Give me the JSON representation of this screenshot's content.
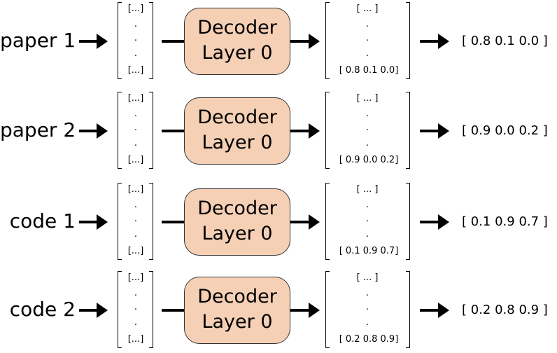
{
  "decoder_label_line1": "Decoder",
  "decoder_label_line2": "Layer 0",
  "input_matrix": {
    "top": "[...]",
    "bottom": "[...]",
    "dot": "."
  },
  "output_matrix_top": "[ ... ]",
  "rows": [
    {
      "input": "paper 1",
      "vector_out": [
        "0.8",
        "0.1",
        "0.0"
      ]
    },
    {
      "input": "paper 2",
      "vector_out": [
        "0.9",
        "0.0",
        "0.2"
      ]
    },
    {
      "input": "code 1",
      "vector_out": [
        "0.1",
        "0.9",
        "0.7"
      ]
    },
    {
      "input": "code 2",
      "vector_out": [
        "0.2",
        "0.8",
        "0.9"
      ]
    }
  ],
  "colors": {
    "decoder_fill": "#f5d0b5",
    "stroke": "#000000"
  }
}
